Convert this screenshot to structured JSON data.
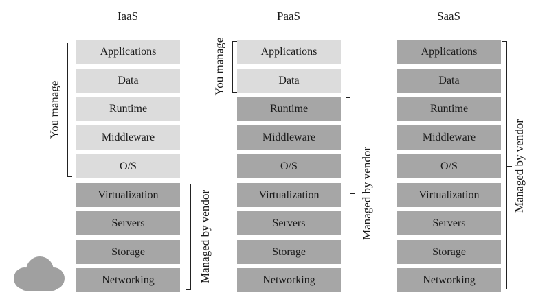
{
  "columns": {
    "iaas": {
      "title": "IaaS"
    },
    "paas": {
      "title": "PaaS"
    },
    "saas": {
      "title": "SaaS"
    }
  },
  "layers": [
    "Applications",
    "Data",
    "Runtime",
    "Middleware",
    "O/S",
    "Virtualization",
    "Servers",
    "Storage",
    "Networking"
  ],
  "labels": {
    "you_manage": "You manage",
    "managed_by_vendor": "Managed by vendor"
  },
  "colors": {
    "you_manage_fill": "#dcdcdc",
    "vendor_fill": "#a6a6a6",
    "cloud_fill": "#a0a0a0"
  }
}
